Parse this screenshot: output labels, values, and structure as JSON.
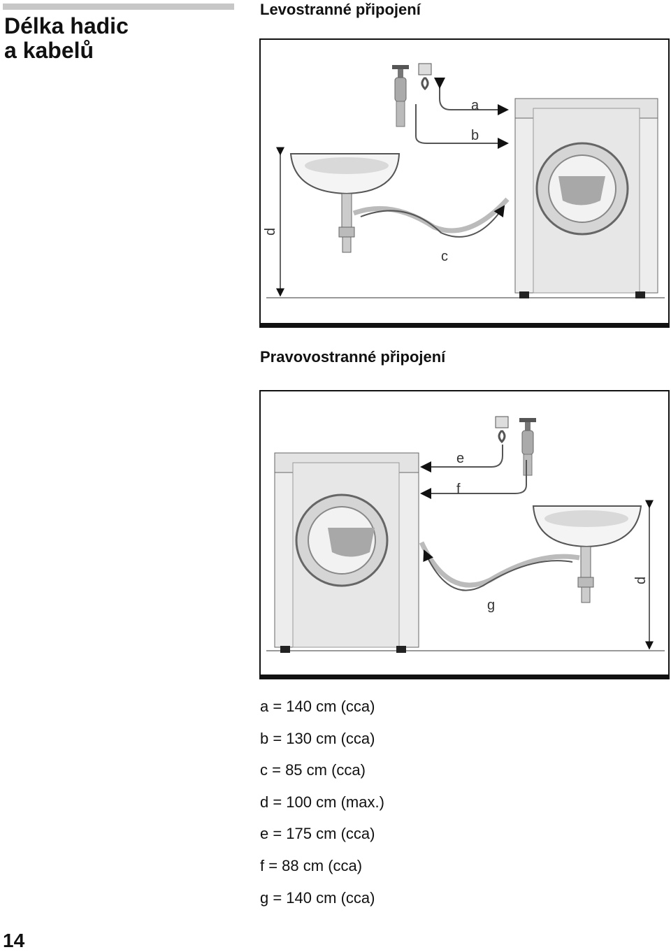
{
  "side": {
    "title_line1": "Délka hadic",
    "title_line2": "a kabelů"
  },
  "left_connection": {
    "heading": "Levostranné připojení",
    "labels": {
      "a": "a",
      "b": "b",
      "c": "c",
      "d": "d"
    }
  },
  "right_connection": {
    "heading": "Pravovostranné připojení",
    "labels": {
      "e": "e",
      "f": "f",
      "g": "g",
      "d": "d"
    }
  },
  "specs": [
    "a = 140 cm (cca)",
    "b = 130 cm (cca)",
    "c = 85 cm (cca)",
    "d = 100 cm (max.)",
    "e = 175 cm (cca)",
    "f = 88 cm (cca)",
    "g = 140 cm (cca)"
  ],
  "page_number": "14"
}
